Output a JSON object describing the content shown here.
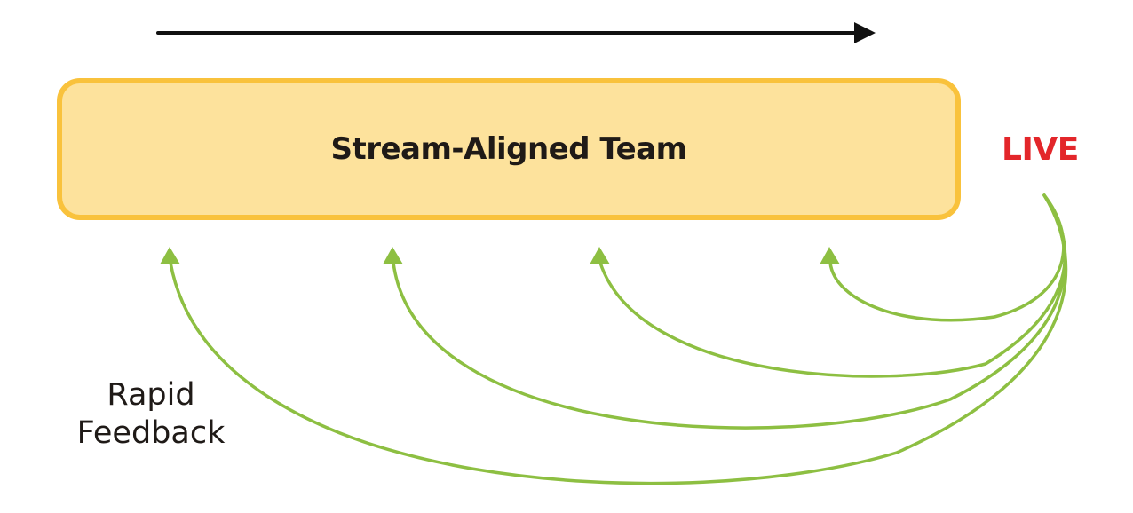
{
  "team": {
    "label": "Stream-Aligned Team"
  },
  "live": {
    "label": "LIVE"
  },
  "feedback": {
    "line1": "Rapid",
    "line2": "Feedback"
  },
  "colors": {
    "box_fill": "#fde29c",
    "box_border": "#f9c23c",
    "live": "#e3262a",
    "feedback_arrows": "#8dbf42",
    "flow_arrow": "#111111"
  },
  "icons": {
    "flow": "arrow-right-icon",
    "feedback": "curved-arrow-up-icon"
  }
}
